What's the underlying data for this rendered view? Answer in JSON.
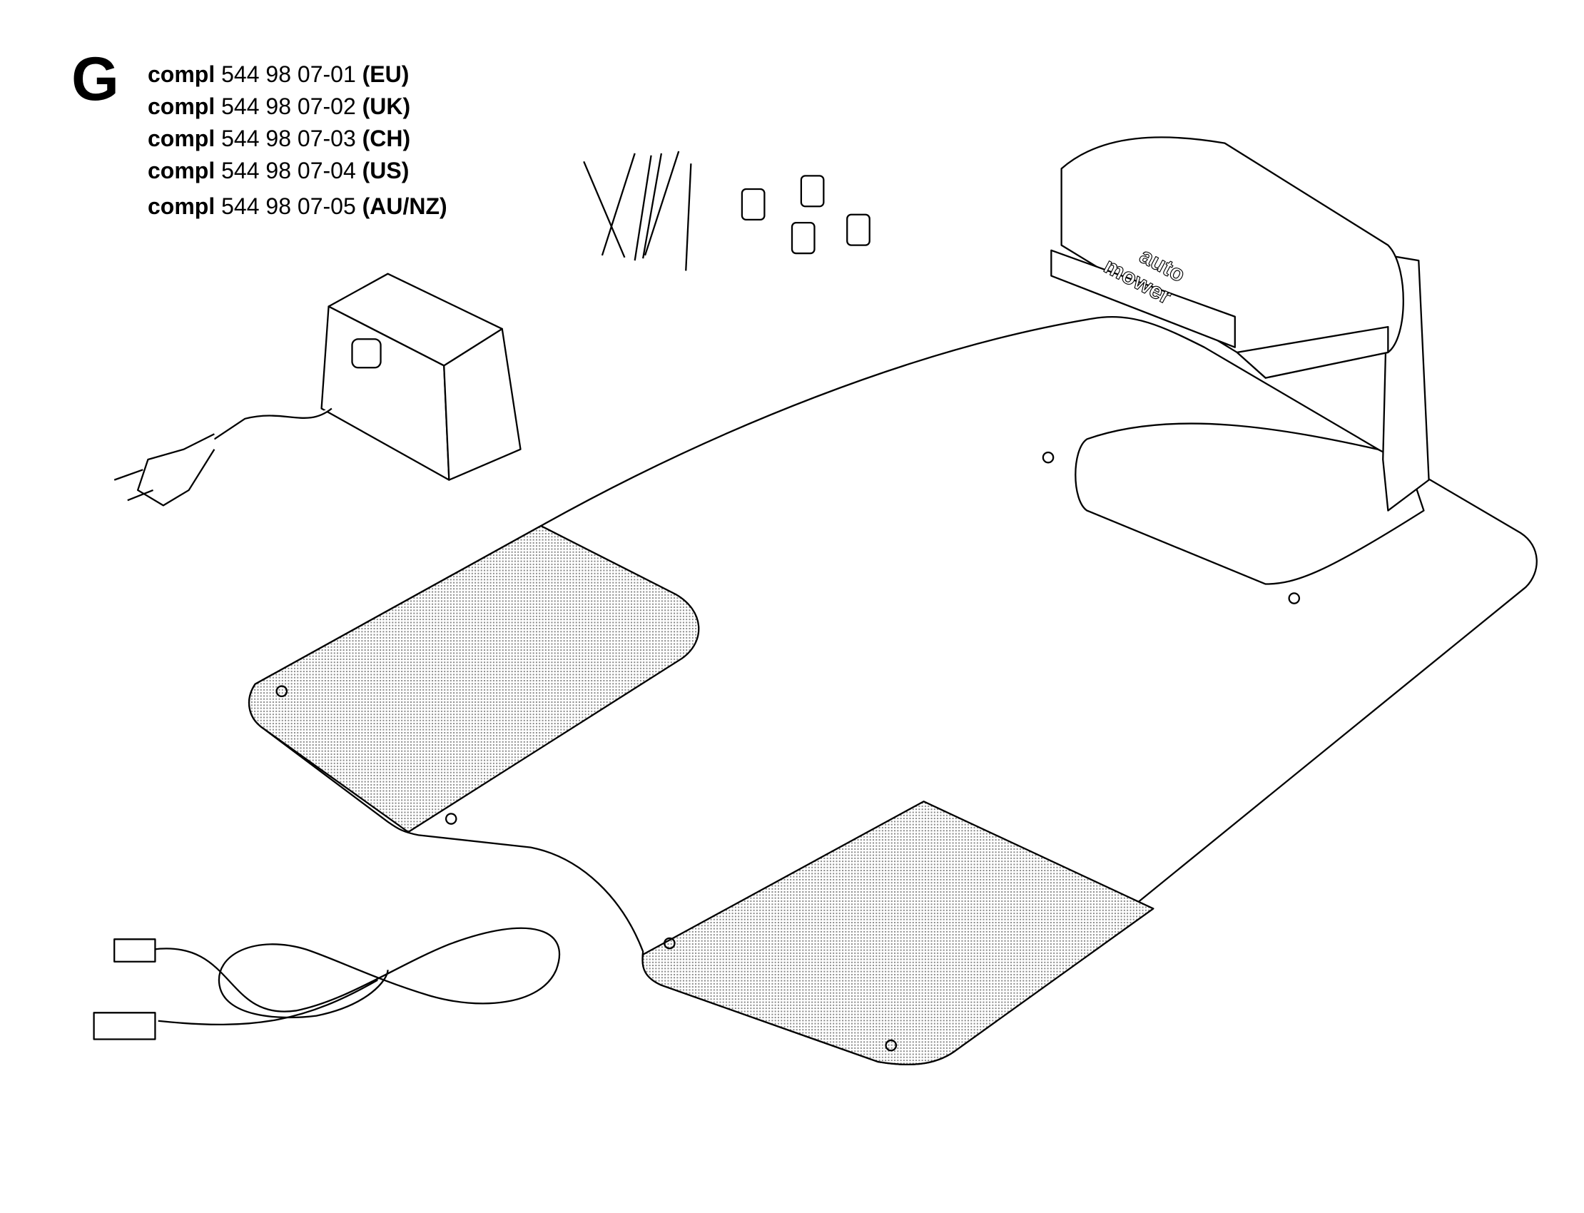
{
  "section_letter": "G",
  "parts": [
    {
      "prefix": "compl",
      "number": "544 98 07-01",
      "region": "(EU)"
    },
    {
      "prefix": "compl",
      "number": "544 98 07-02",
      "region": "(UK)"
    },
    {
      "prefix": "compl",
      "number": "544 98 07-03",
      "region": "(CH)"
    },
    {
      "prefix": "compl",
      "number": "544 98 07-04",
      "region": "(US)"
    },
    {
      "prefix": "compl",
      "number": "544 98 07-05",
      "region": "(AU/NZ)"
    }
  ],
  "logo_text": "auto mower"
}
